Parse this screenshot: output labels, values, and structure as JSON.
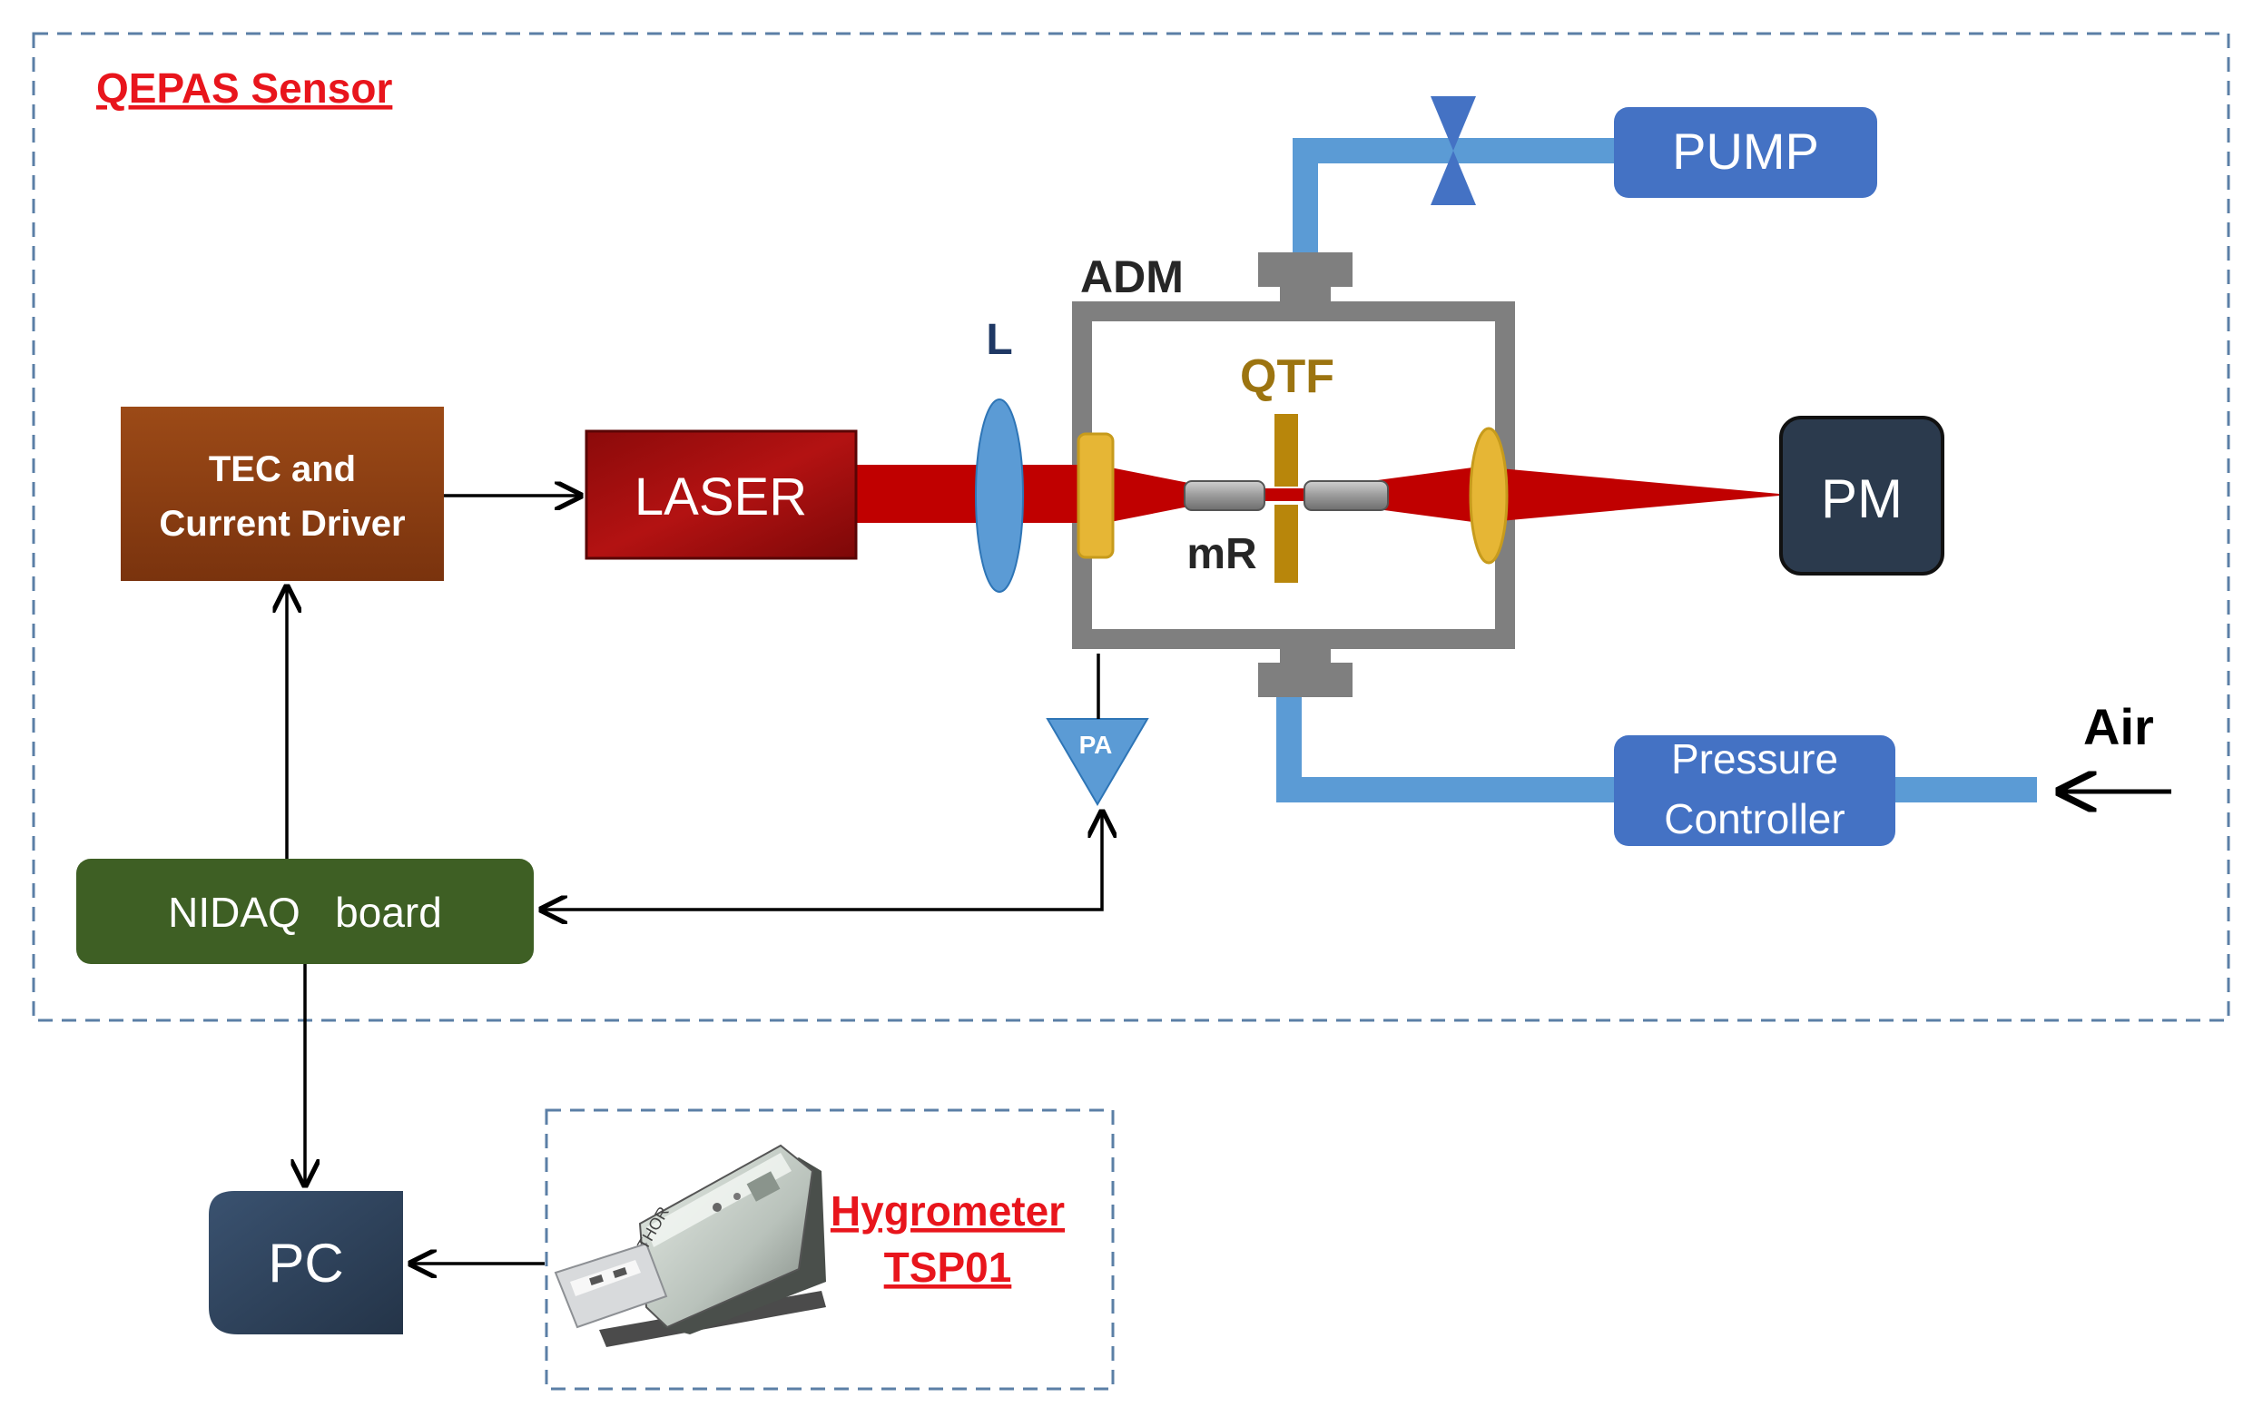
{
  "sensor_box": {
    "title": "QEPAS Sensor"
  },
  "hygrometer_box": {
    "title_line1": "Hygrometer",
    "title_line2": "TSP01",
    "device_text": "THOR"
  },
  "blocks": {
    "tec": {
      "line1": "TEC and",
      "line2": "Current Driver"
    },
    "laser": {
      "label": "LASER"
    },
    "pm": {
      "label": "PM"
    },
    "pump": {
      "label": "PUMP"
    },
    "pressure": {
      "line1": "Pressure",
      "line2": "Controller"
    },
    "nidaq": {
      "label": "NIDAQ   board"
    },
    "pc": {
      "label": "PC"
    },
    "pa": {
      "label": "PA"
    }
  },
  "labels": {
    "lens": "L",
    "adm": "ADM",
    "qtf": "QTF",
    "mr": "mR",
    "air": "Air"
  },
  "colors": {
    "dashed_border": "#5b7fa6",
    "title_red": "#e8151c",
    "tec_brown": "#8a3d12",
    "laser_red": "#a50c0c",
    "beam_red": "#c00000",
    "pm_dark": "#2b3a4d",
    "pc_dark": "#2f4360",
    "pump_blue": "#4472c4",
    "pipe_blue": "#5b9bd5",
    "nidaq_green": "#3e5f24",
    "qtf_gold": "#b8860b",
    "adm_gray": "#7f7f7f",
    "lens_blue": "#5b9bd5"
  }
}
